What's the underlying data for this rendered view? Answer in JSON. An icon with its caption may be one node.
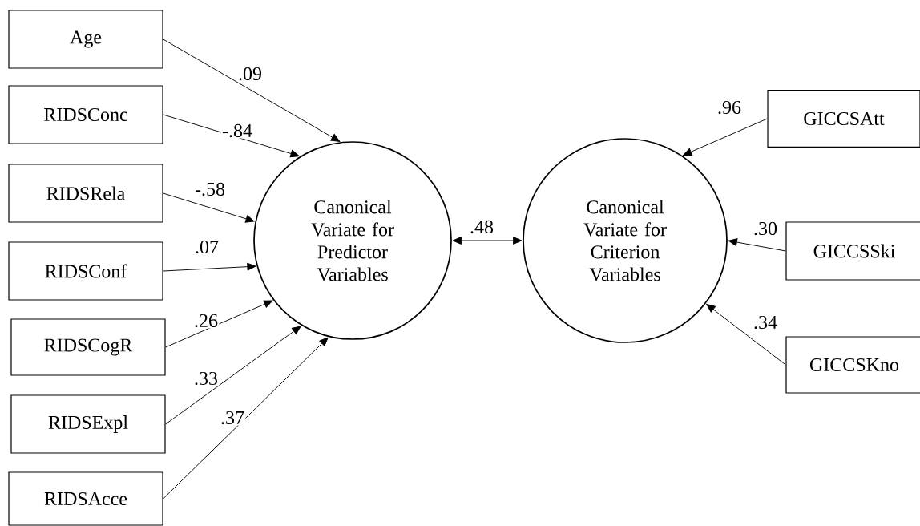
{
  "diagram": {
    "nodes": [
      {
        "text": [
          "Age"
        ]
      },
      {
        "text": [
          "RIDSConc"
        ]
      },
      {
        "text": [
          "RIDSRela"
        ]
      },
      {
        "text": [
          "RIDSConf"
        ]
      },
      {
        "text": [
          "RIDSCogR"
        ]
      },
      {
        "text": [
          "RIDSExpl"
        ]
      },
      {
        "text": [
          "RIDSAcce"
        ]
      },
      {
        "text": [
          "Canonical Variate for Predictor Variables"
        ]
      },
      {
        "text": [
          "Canonical Variate for Criterion Variables"
        ]
      },
      {
        "text": [
          "GICCSAtt"
        ]
      },
      {
        "text": [
          "GICCSSki"
        ]
      },
      {
        "text": [
          "GICCSKno"
        ]
      }
    ],
    "edges": [
      {
        "from": 0,
        "to": 7,
        "arrow": "to",
        "label": ".09"
      },
      {
        "from": 1,
        "to": 7,
        "arrow": "to",
        "label": "-.84"
      },
      {
        "from": 2,
        "to": 7,
        "arrow": "to",
        "label": "-.58"
      },
      {
        "from": 3,
        "to": 7,
        "arrow": "to",
        "label": ".07"
      },
      {
        "from": 4,
        "to": 7,
        "arrow": "to",
        "label": ".26"
      },
      {
        "from": 5,
        "to": 7,
        "arrow": "to",
        "label": ".33"
      },
      {
        "from": 6,
        "to": 7,
        "arrow": "to",
        "label": ".37"
      },
      {
        "from": 7,
        "to": 8,
        "arrow": "both",
        "label": ".48"
      },
      {
        "from": 9,
        "to": 8,
        "arrow": "to",
        "label": ".96"
      },
      {
        "from": 10,
        "to": 8,
        "arrow": "to",
        "label": ".30"
      },
      {
        "from": 11,
        "to": 8,
        "arrow": "to",
        "label": ".34"
      }
    ]
  }
}
